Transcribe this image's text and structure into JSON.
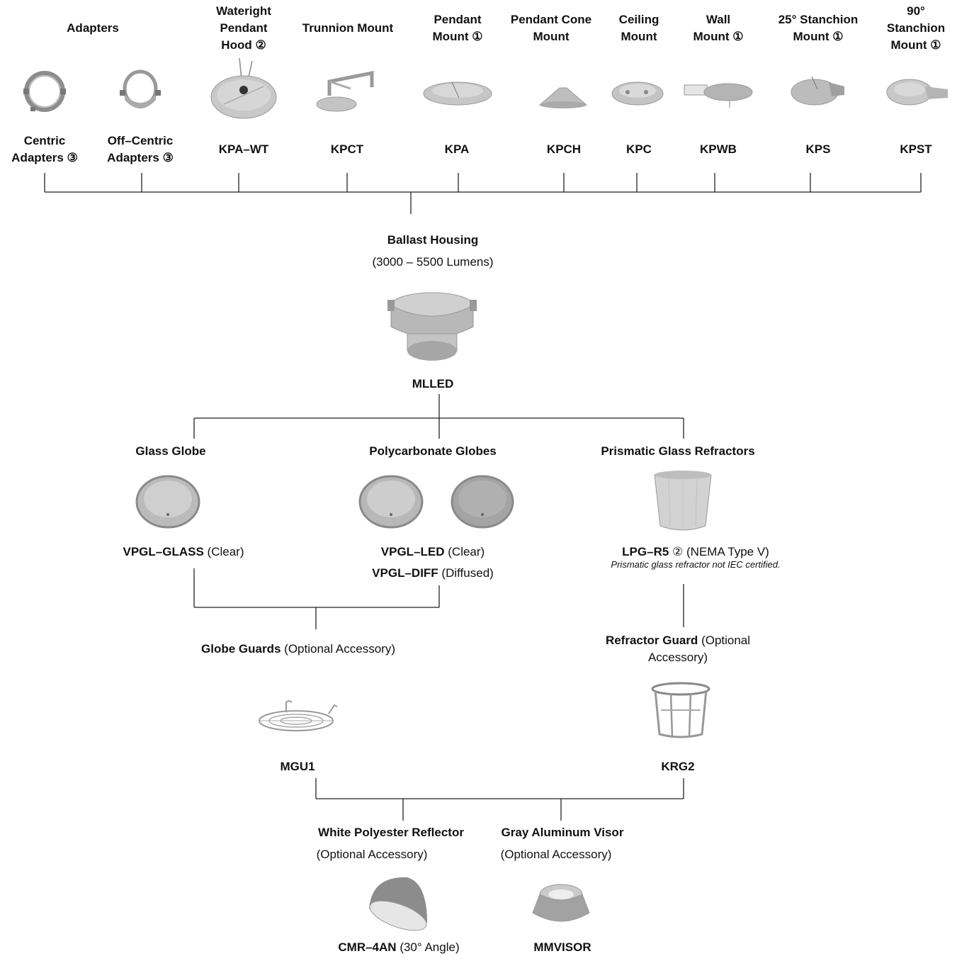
{
  "mounts": [
    {
      "name": "Adapters",
      "code": ""
    },
    {
      "name": "Wateright\nPendant\nHood ②",
      "code": "KPA–WT"
    },
    {
      "name": "Trunnion Mount",
      "code": "KPCT"
    },
    {
      "name": "Pendant\nMount ①",
      "code": "KPA"
    },
    {
      "name": "Pendant Cone\nMount",
      "code": "KPCH"
    },
    {
      "name": "Ceiling\nMount",
      "code": "KPC"
    },
    {
      "name": "Wall\nMount ①",
      "code": "KPWB"
    },
    {
      "name": "25° Stanchion\nMount ①",
      "code": "KPS"
    },
    {
      "name": "90°\nStanchion\nMount ①",
      "code": "KPST"
    }
  ],
  "adapters": {
    "centric": "Centric\nAdapters ③",
    "off_centric": "Off–Centric\nAdapters ③"
  },
  "housing": {
    "title": "Ballast Housing",
    "subtitle": "(3000 – 5500 Lumens)",
    "code": "MLLED"
  },
  "globes": {
    "glass_title": "Glass Globe",
    "glass_code": "VPGL–GLASS",
    "glass_desc": "(Clear)",
    "poly_title": "Polycarbonate Globes",
    "poly_code1": "VPGL–LED",
    "poly_desc1": "(Clear)",
    "poly_code2": "VPGL–DIFF",
    "poly_desc2": "(Diffused)",
    "prism_title": "Prismatic Glass Refractors",
    "prism_code": "LPG–R5",
    "prism_desc": "② (NEMA Type V)",
    "prism_note": "Prismatic glass refractor not IEC certified."
  },
  "guards": {
    "globe_title": "Globe Guards",
    "globe_desc": "(Optional Accessory)",
    "globe_code": "MGU1",
    "refr_title": "Refractor Guard",
    "refr_desc1": "(Optional",
    "refr_desc2": "Accessory)",
    "refr_code": "KRG2"
  },
  "accessories": {
    "reflector_title": "White Polyester Reflector",
    "reflector_desc": "(Optional Accessory)",
    "reflector_code": "CMR–4AN",
    "reflector_angle": "(30° Angle)",
    "visor_title": "Gray Aluminum Visor",
    "visor_desc": "(Optional Accessory)",
    "visor_code": "MMVISOR"
  }
}
